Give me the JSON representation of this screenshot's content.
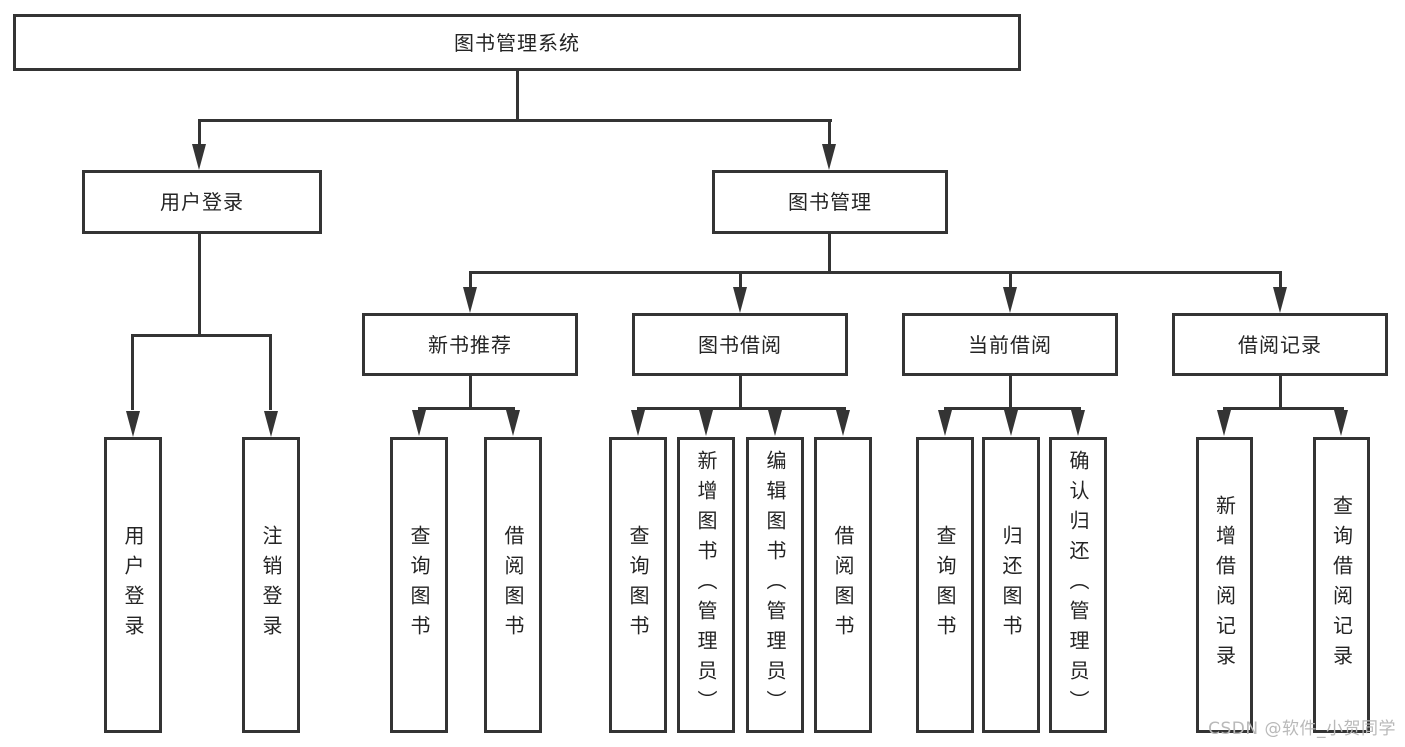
{
  "diagram": {
    "root_label": "图书管理系统",
    "user_login": {
      "label": "用户登录",
      "children": [
        "用户登录",
        "注销登录"
      ]
    },
    "book_mgmt": {
      "label": "图书管理"
    },
    "new_book_rec": {
      "label": "新书推荐",
      "children": [
        "查询图书",
        "借阅图书"
      ]
    },
    "book_borrow": {
      "label": "图书借阅",
      "children": [
        "查询图书",
        "新增图书（管理员）",
        "编辑图书（管理员）",
        "借阅图书"
      ]
    },
    "current_borrow": {
      "label": "当前借阅",
      "children": [
        "查询图书",
        "归还图书",
        "确认归还（管理员）"
      ]
    },
    "borrow_records": {
      "label": "借阅记录",
      "children": [
        "新增借阅记录",
        "查询借阅记录"
      ]
    }
  },
  "watermark": {
    "text": "CSDN @软件_小贺同学"
  },
  "colors": {
    "line": "#343434",
    "text": "#242424",
    "background": "#ffffff",
    "watermark": "#b9b9b9"
  }
}
